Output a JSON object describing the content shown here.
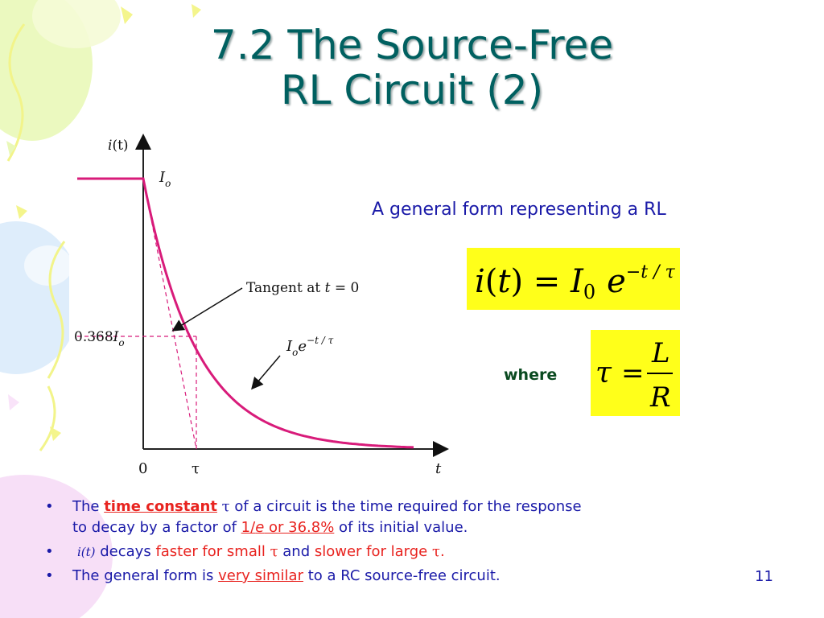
{
  "slide": {
    "title_line1": "7.2 The Source-Free",
    "title_line2": "RL Circuit (2)",
    "page_number": "11"
  },
  "colors": {
    "title": "#006060",
    "body_text": "#1a1aa8",
    "emphasis": "#e8231f",
    "curve": "#d81b7a",
    "equation_box": "#ffff1a"
  },
  "graph": {
    "y_axis_label_i": "i",
    "y_axis_label_t": "(t)",
    "x_axis_label": "t",
    "origin_label": "0",
    "tau_label": "τ",
    "io_label_I": "I",
    "io_label_sub": "o",
    "level_label_value": "0.368",
    "level_label_I": "I",
    "level_label_sub": "o",
    "tangent_label": "Tangent at ",
    "tangent_label_t": "t",
    "tangent_label_eq": " = 0",
    "curve_label_I": "I",
    "curve_label_sub": "o",
    "curve_label_e": "e",
    "curve_label_exp": "−t / τ"
  },
  "intro_text": "A general form representing a RL",
  "equation_main": {
    "i": "i",
    "paren_open": "(",
    "t": "t",
    "paren_close": ")",
    "equals": " = ",
    "I": "I",
    "sub": "0",
    "e": "e",
    "exponent": "−t / τ"
  },
  "where_label": "where",
  "equation_tau": {
    "tau": "τ",
    "equals": "=",
    "numerator": "L",
    "denominator": "R"
  },
  "bullets": {
    "b1_part1": "The ",
    "b1_term": "time constant",
    "b1_tau": " τ ",
    "b1_part2": "of a circuit is the time required for the response",
    "b1_line2_part1": "to decay by a factor of ",
    "b1_factor_1": "1/",
    "b1_factor_e": "e",
    "b1_factor_rest": " or 36.8%",
    "b1_line2_part2": " of its initial value.",
    "b2_it": "i(t)",
    "b2_part1": " decays ",
    "b2_faster": "faster for small ",
    "b2_tau1": "τ",
    "b2_and": " and ",
    "b2_slower": "slower for large ",
    "b2_tau2": "τ",
    "b2_period": ".",
    "b3_part1": "The general form is ",
    "b3_similar": "very similar",
    "b3_part2": " to a RC source-free circuit."
  },
  "bullet_symbol": "•"
}
